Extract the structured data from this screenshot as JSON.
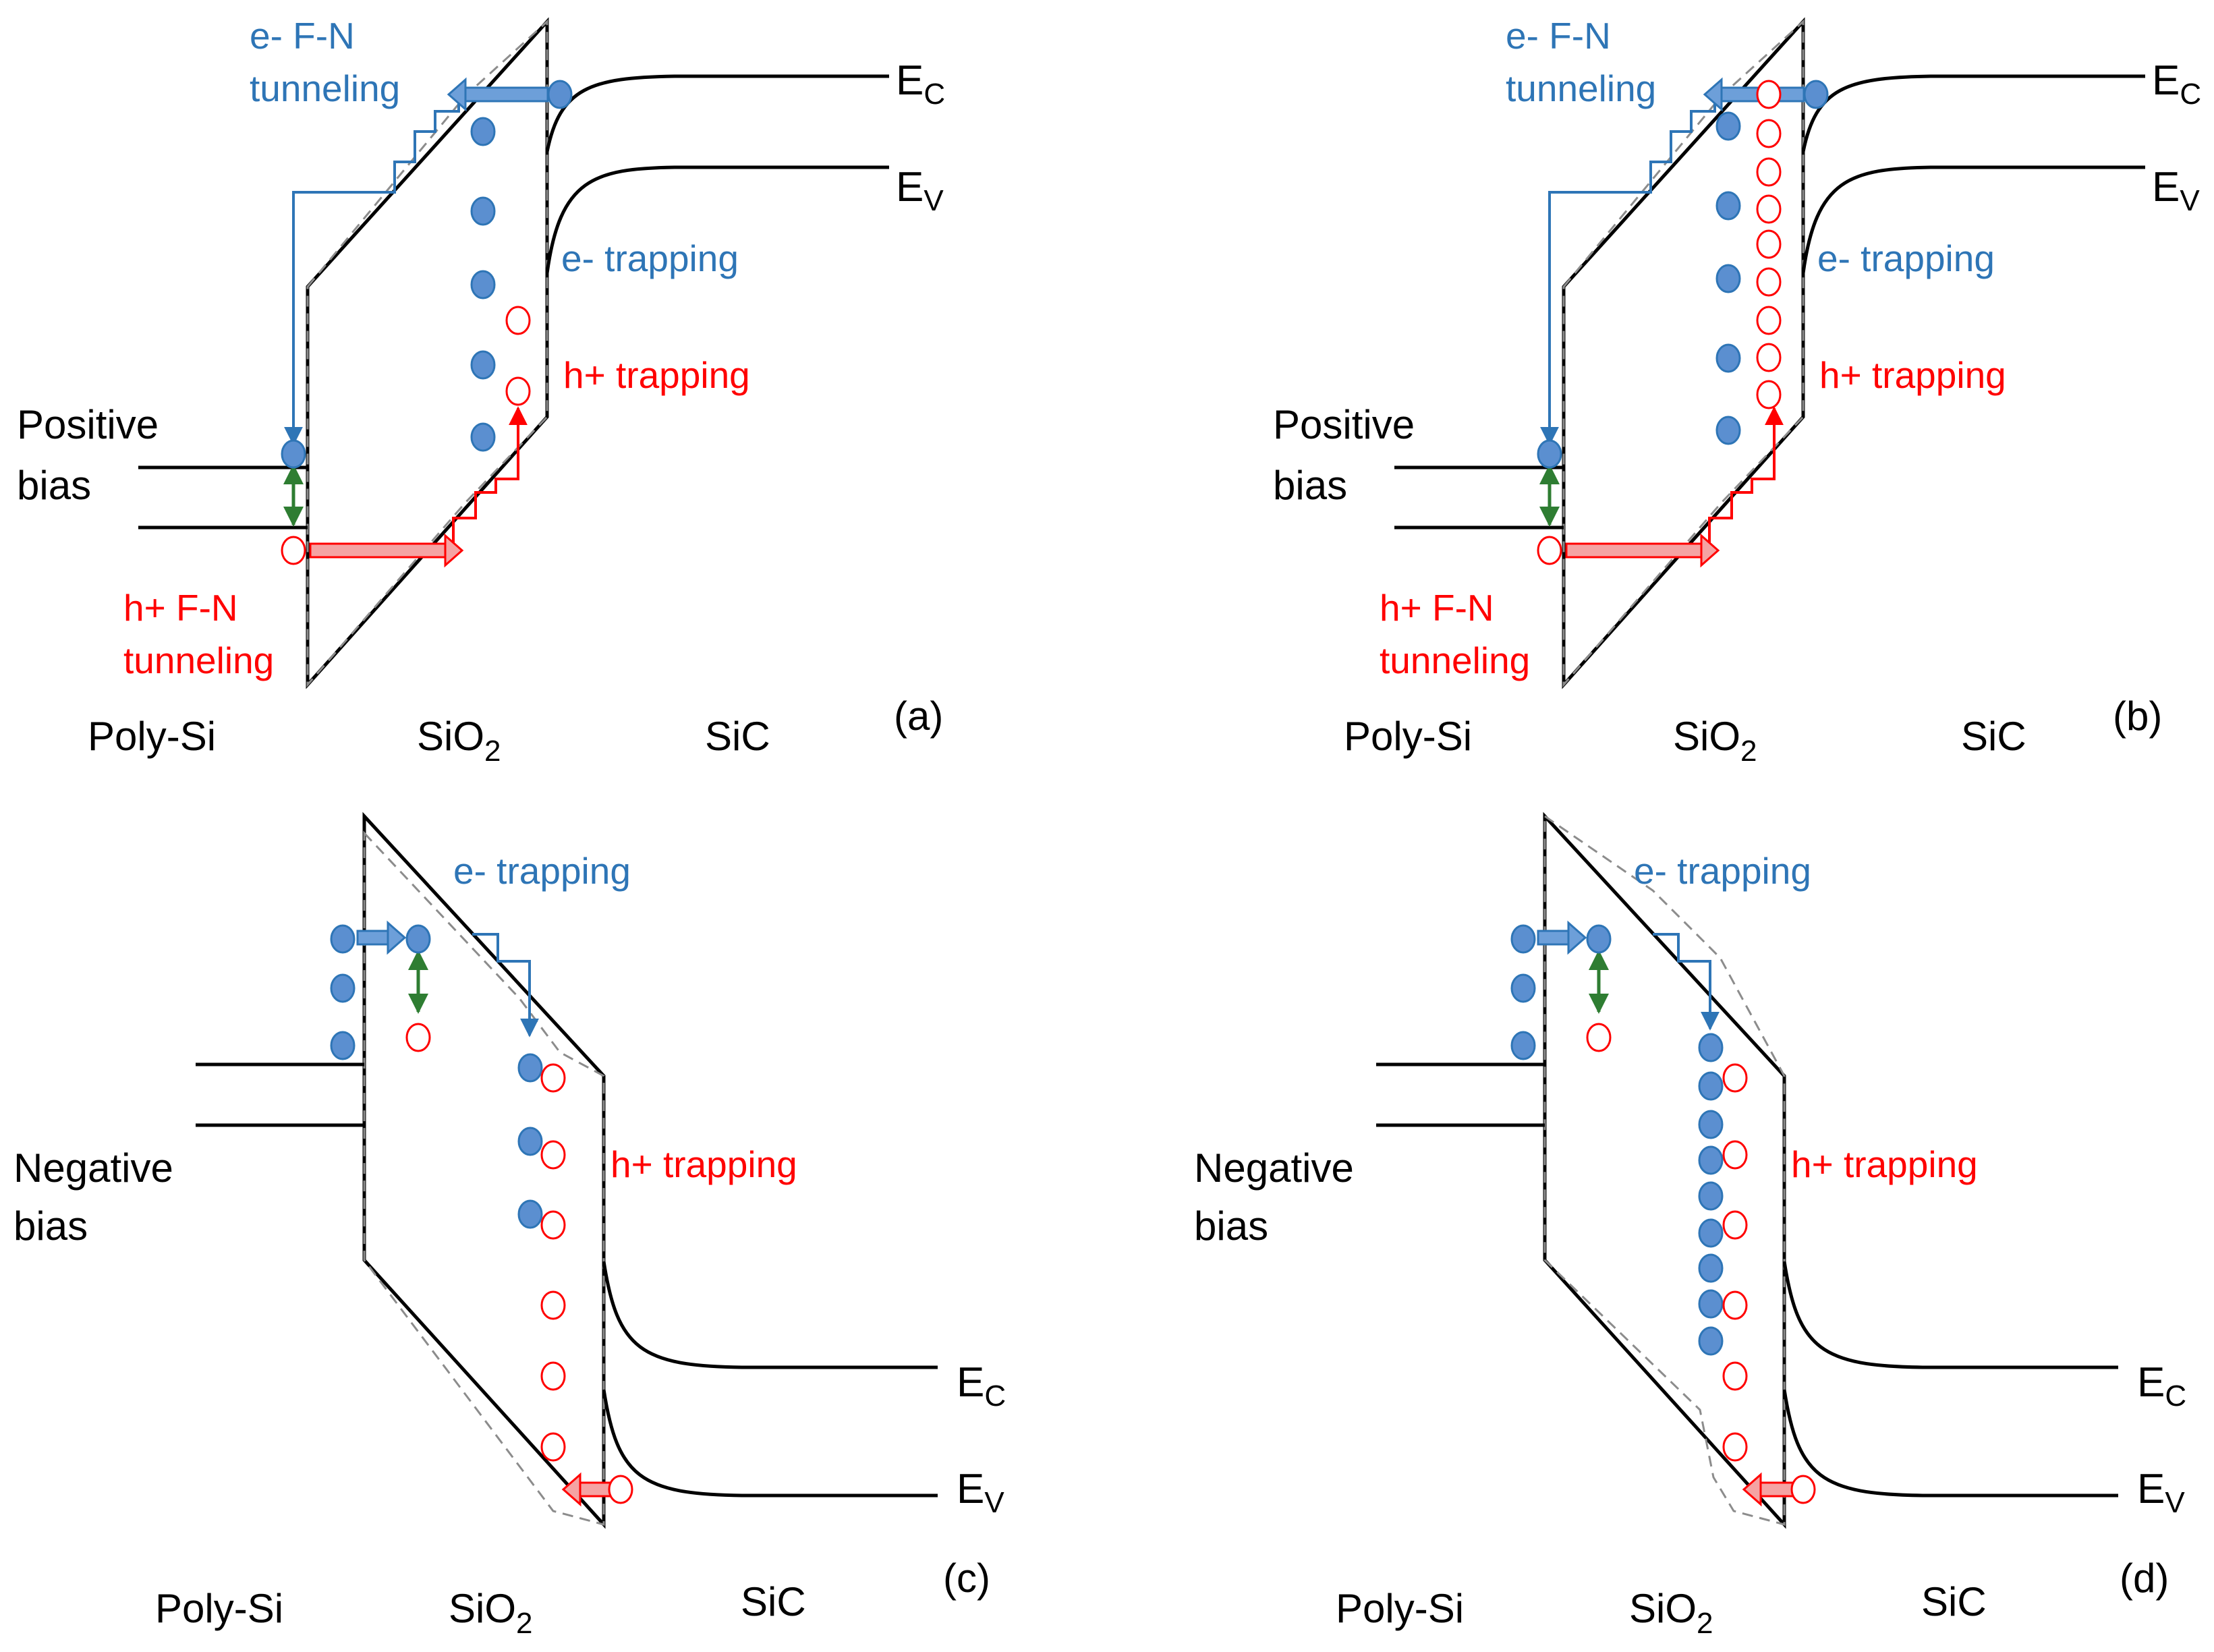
{
  "colors": {
    "electron": "#2e75b6",
    "electron_fill": "#5b8fd0",
    "hole": "#ff0000",
    "green": "#2e7d32",
    "dashed": "#8c8c8c",
    "line": "#000000"
  },
  "panels": {
    "a": {
      "tag": "(a)",
      "bias": [
        "Positive",
        "bias"
      ],
      "e_tunnel": [
        "e- F-N",
        "tunneling"
      ],
      "h_tunnel": [
        "h+ F-N",
        "tunneling"
      ],
      "e_trap": "e- trapping",
      "h_trap": "h+ trapping",
      "ec": "E",
      "ec_sub": "C",
      "ev": "E",
      "ev_sub": "V",
      "poly": "Poly-Si",
      "sio2": "SiO",
      "sio2_sub": "2",
      "sic": "SiC"
    },
    "b": {
      "tag": "(b)",
      "bias": [
        "Positive",
        "bias"
      ],
      "e_tunnel": [
        "e- F-N",
        "tunneling"
      ],
      "h_tunnel": [
        "h+ F-N",
        "tunneling"
      ],
      "e_trap": "e- trapping",
      "h_trap": "h+ trapping",
      "ec": "E",
      "ec_sub": "C",
      "ev": "E",
      "ev_sub": "V",
      "poly": "Poly-Si",
      "sio2": "SiO",
      "sio2_sub": "2",
      "sic": "SiC"
    },
    "c": {
      "tag": "(c)",
      "bias": [
        "Negative",
        "bias"
      ],
      "e_trap": "e- trapping",
      "h_trap": "h+ trapping",
      "ec": "E",
      "ec_sub": "C",
      "ev": "E",
      "ev_sub": "V",
      "poly": "Poly-Si",
      "sio2": "SiO",
      "sio2_sub": "2",
      "sic": "SiC"
    },
    "d": {
      "tag": "(d)",
      "bias": [
        "Negative",
        "bias"
      ],
      "e_trap": "e- trapping",
      "h_trap": "h+ trapping",
      "ec": "E",
      "ec_sub": "C",
      "ev": "E",
      "ev_sub": "V",
      "poly": "Poly-Si",
      "sio2": "SiO",
      "sio2_sub": "2",
      "sic": "SiC"
    }
  }
}
